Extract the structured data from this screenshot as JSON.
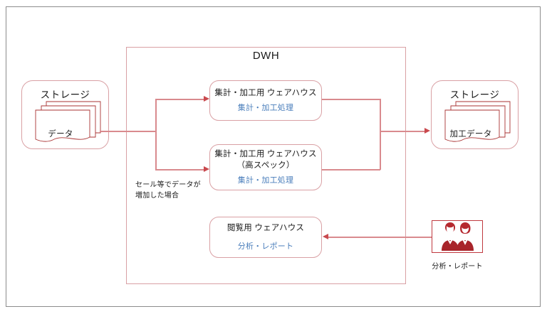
{
  "diagram": {
    "dwh": {
      "title": "DWH"
    },
    "source_storage": {
      "title": "ストレージ",
      "data_label": "データ"
    },
    "target_storage": {
      "title": "ストレージ",
      "data_label": "加工データ"
    },
    "warehouses": [
      {
        "name": "warehouse-processing",
        "title": "集計・加工用 ウェアハウス",
        "subtitle": "集計・加工処理"
      },
      {
        "name": "warehouse-processing-high-spec",
        "title": "集計・加工用 ウェアハウス",
        "title_line2": "（高スペック）",
        "subtitle": "集計・加工処理"
      },
      {
        "name": "warehouse-viewing",
        "title": "閲覧用 ウェアハウス",
        "subtitle": "分析・レポート"
      }
    ],
    "note": {
      "line1": "セール等でデータが",
      "line2": "増加した場合"
    },
    "people": {
      "caption": "分析・レポート",
      "icon": "two-people-icon"
    },
    "colors": {
      "line": "#d98a8e",
      "arrow": "#c9494e",
      "box_border": "#d9a0a4",
      "subtitle_text": "#4a7ebb",
      "people_red": "#c0393f",
      "page_border": "#8c8c8c"
    }
  }
}
